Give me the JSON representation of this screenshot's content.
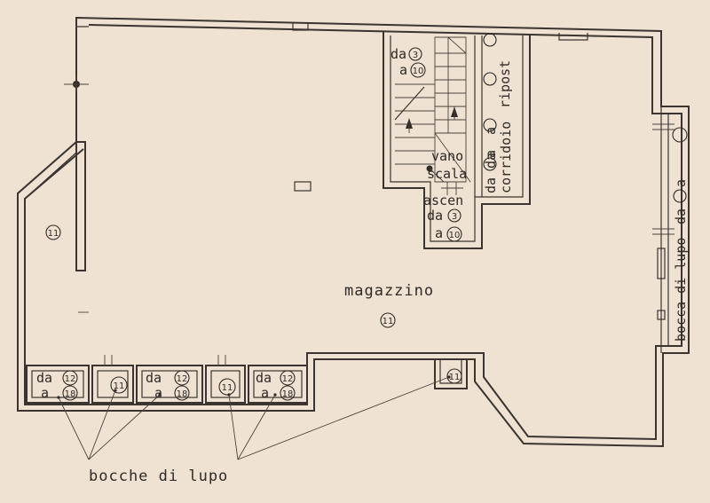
{
  "rooms": {
    "magazzino": "magazzino",
    "magazzino_code": "11",
    "vano": "vano",
    "scala": "scala",
    "ascen": "ascen",
    "corridoio": "corridoio",
    "riposti": "ripost",
    "left_room_code": "11"
  },
  "ranges": {
    "da": "da",
    "a": "a",
    "n3": "3",
    "n10": "10",
    "n12": "12",
    "n18": "18",
    "n11": "11"
  },
  "right_wall": {
    "label": "bocca di lupo"
  },
  "bottom": {
    "label": "bocche di lupo"
  }
}
